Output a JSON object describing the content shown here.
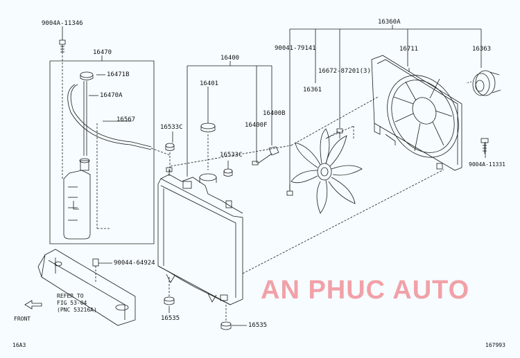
{
  "callouts": {
    "p90004a_11346": "9004A-11346",
    "p16470": "16470",
    "p16471b": "16471B",
    "p16470a": "16470A",
    "p16567": "16567",
    "p16400": "16400",
    "p16401": "16401",
    "p16400b": "16400B",
    "p16533c_l": "16533C",
    "p16400f": "16400F",
    "p16533c_r": "16533C",
    "p16360a": "16360A",
    "p90041_79141": "90041-79141",
    "p16711": "16711",
    "p16363": "16363",
    "p16672": "16672-87201(3)",
    "p16361": "16361",
    "p90004a_11331": "9004A-11331",
    "p90044_64924": "90044-64924",
    "p16535_l": "16535",
    "p16535_r": "16535"
  },
  "reference": {
    "line1": "REFER TO",
    "line2": "FIG 53-04",
    "line3": "(PNC 53216A)"
  },
  "front_label": "FRONT",
  "footer": {
    "left_code": "16A3",
    "right_code": "167993"
  },
  "watermark": "AN PHUC AUTO",
  "colors": {
    "line": "#1a1a1a",
    "watermark": "#f1a1a8",
    "background": "#f6fcff"
  }
}
